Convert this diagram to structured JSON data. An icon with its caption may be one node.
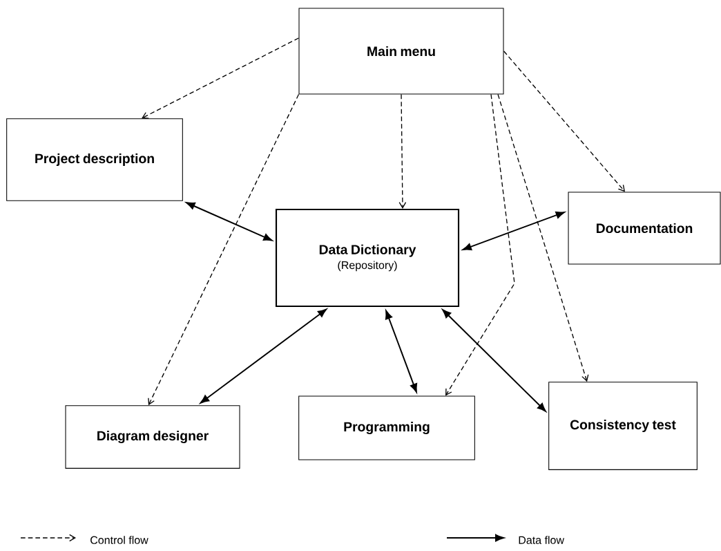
{
  "diagram": {
    "nodes": [
      {
        "text": [
          "Main menu"
        ]
      },
      {
        "text": [
          "Project description"
        ]
      },
      {
        "text": [
          "Data Dictionary",
          "(Repository)"
        ]
      },
      {
        "text": [
          "Documentation"
        ]
      },
      {
        "text": [
          "Diagram designer"
        ]
      },
      {
        "text": [
          "Programming"
        ]
      },
      {
        "text": [
          "Consistency test"
        ]
      }
    ],
    "edges": [
      {
        "from": 0,
        "to": 1,
        "arrow": "to",
        "style": "dashed"
      },
      {
        "from": 0,
        "to": 2,
        "arrow": "to",
        "style": "dashed"
      },
      {
        "from": 0,
        "to": 3,
        "arrow": "to",
        "style": "dashed"
      },
      {
        "from": 0,
        "to": 4,
        "arrow": "to",
        "style": "dashed"
      },
      {
        "from": 0,
        "to": 5,
        "arrow": "to",
        "style": "dashed"
      },
      {
        "from": 0,
        "to": 6,
        "arrow": "to",
        "style": "dashed"
      },
      {
        "from": 1,
        "to": 2,
        "arrow": "both"
      },
      {
        "from": 2,
        "to": 3,
        "arrow": "both"
      },
      {
        "from": 2,
        "to": 4,
        "arrow": "both"
      },
      {
        "from": 2,
        "to": 5,
        "arrow": "both"
      },
      {
        "from": 2,
        "to": 6,
        "arrow": "both"
      }
    ],
    "legend": [
      {
        "text": "Control flow"
      },
      {
        "text": "Data flow"
      }
    ]
  }
}
